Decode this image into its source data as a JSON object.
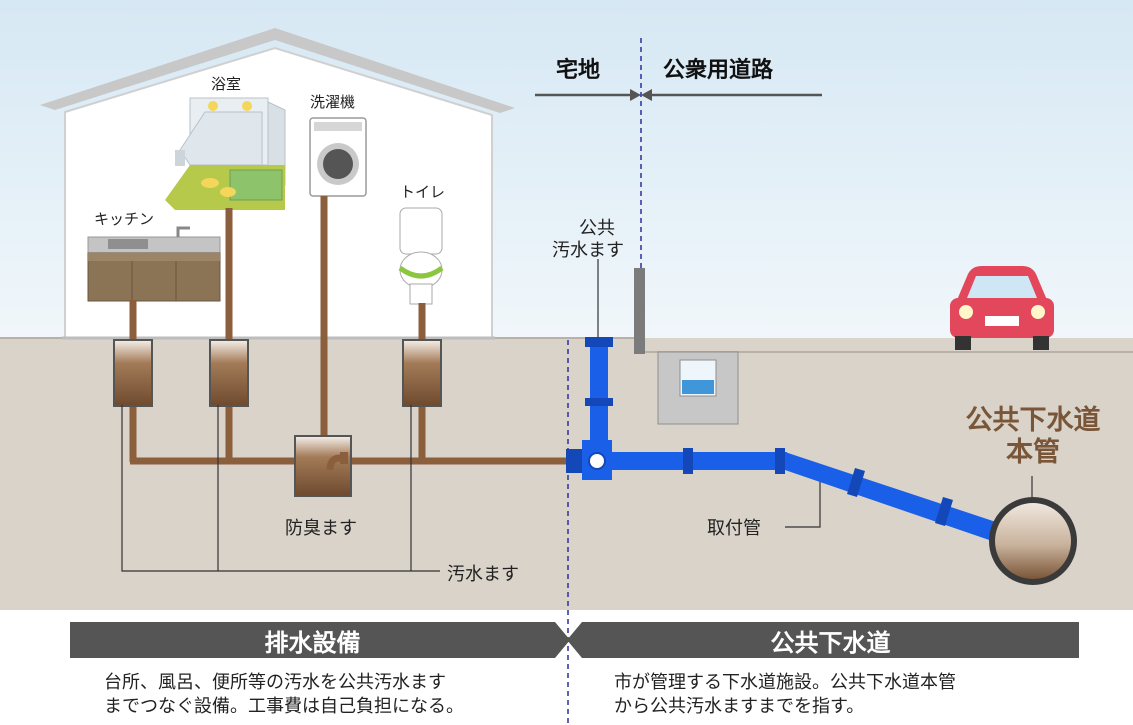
{
  "header": {
    "left_label": "宅地",
    "right_label": "公衆用道路"
  },
  "rooms": {
    "bathroom": "浴室",
    "washing_machine": "洗濯機",
    "kitchen": "キッチン",
    "toilet": "トイレ"
  },
  "labels": {
    "public_inlet_line1": "公共",
    "public_inlet_line2": "汚水ます",
    "trap_inlet": "防臭ます",
    "sewage_inlet": "汚水ます",
    "connection_pipe": "取付管",
    "main_pipe_line1": "公共下水道",
    "main_pipe_line2": "本管"
  },
  "sections": {
    "left_title": "排水設備",
    "left_desc_line1": "台所、風呂、便所等の汚水を公共汚水ます",
    "left_desc_line2": "までつなぐ設備。工事費は自己負担になる。",
    "right_title": "公共下水道",
    "right_desc_line1": "市が管理する下水道施設。公共下水道本管",
    "right_desc_line2": "から公共汚水ますまでを指す。"
  },
  "colors": {
    "sky": "#e6f1f8",
    "ground": "#d9d3ca",
    "house_pipe": "#8b5e3c",
    "public_pipe": "#1a5fe8",
    "banner": "#555555",
    "main_label": "#7a5638",
    "car": "#e2475c"
  }
}
